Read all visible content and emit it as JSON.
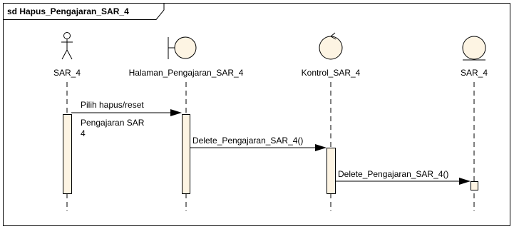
{
  "diagram": {
    "frame_title": "sd Hapus_Pengajaran_SAR_4",
    "lifelines": [
      {
        "id": "actor",
        "kind": "actor",
        "label": "SAR_4"
      },
      {
        "id": "boundary",
        "kind": "boundary",
        "label": "Halaman_Pengajaran_SAR_4"
      },
      {
        "id": "control",
        "kind": "control",
        "label": "Kontrol_SAR_4"
      },
      {
        "id": "entity",
        "kind": "entity",
        "label": "SAR_4"
      }
    ],
    "messages": [
      {
        "from": "actor",
        "to": "boundary",
        "lines": [
          "Pilih hapus/reset",
          "Pengajaran SAR",
          "4"
        ]
      },
      {
        "from": "boundary",
        "to": "control",
        "lines": [
          "Delete_Pengajaran_SAR_4()"
        ]
      },
      {
        "from": "control",
        "to": "entity",
        "lines": [
          "Delete_Pengajaran_SAR_4()"
        ]
      }
    ],
    "colors": {
      "fill": "#fdf4e3",
      "stroke": "#000000"
    }
  }
}
